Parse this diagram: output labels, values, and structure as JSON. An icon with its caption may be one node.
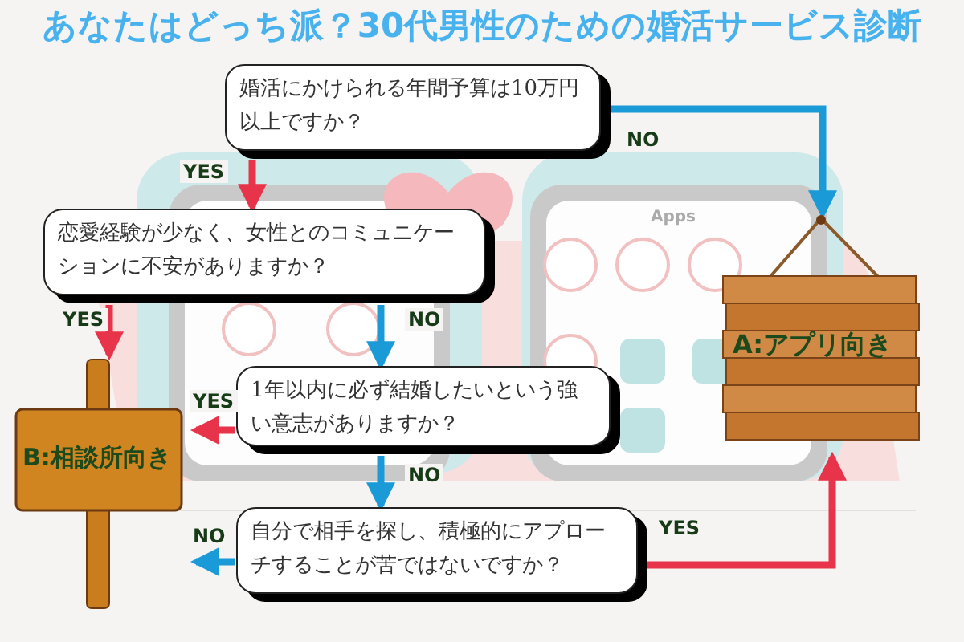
{
  "diagram": {
    "title": "あなたはどっち派？30代男性のための婚活サービス診断",
    "nodes": [
      {
        "text": [
          "婚活にかけられる年間予算は10万円以上ですか？"
        ]
      },
      {
        "text": [
          "恋愛経験が少なく、女性とのコミュニケーションに不安がありますか？"
        ]
      },
      {
        "text": [
          "1年以内に必ず結婚したいという強い意志がありますか？"
        ]
      },
      {
        "text": [
          "自分で相手を探し、積極的にアプローチすることが苦ではないですか？"
        ]
      },
      {
        "text": [
          "A:アプリ向き"
        ]
      },
      {
        "text": [
          "B:相談所向き"
        ]
      }
    ],
    "edges": [
      {
        "from": 0,
        "to": 4,
        "arrow": "to",
        "label": "NO",
        "color": "#1a9ad6"
      },
      {
        "from": 0,
        "to": 1,
        "arrow": "to",
        "label": "YES",
        "color": "#e8344a"
      },
      {
        "from": 1,
        "to": 5,
        "arrow": "to",
        "label": "YES",
        "color": "#e8344a"
      },
      {
        "from": 1,
        "to": 2,
        "arrow": "to",
        "label": "NO",
        "color": "#1a9ad6"
      },
      {
        "from": 2,
        "to": 5,
        "arrow": "to",
        "label": "YES",
        "color": "#e8344a"
      },
      {
        "from": 2,
        "to": 3,
        "arrow": "to",
        "label": "NO",
        "color": "#1a9ad6"
      },
      {
        "from": 3,
        "to": 5,
        "arrow": "to",
        "label": "NO",
        "color": "#1a9ad6"
      },
      {
        "from": 3,
        "to": 4,
        "arrow": "to",
        "label": "YES",
        "color": "#e8344a"
      }
    ],
    "labels": [
      "Apps"
    ]
  }
}
